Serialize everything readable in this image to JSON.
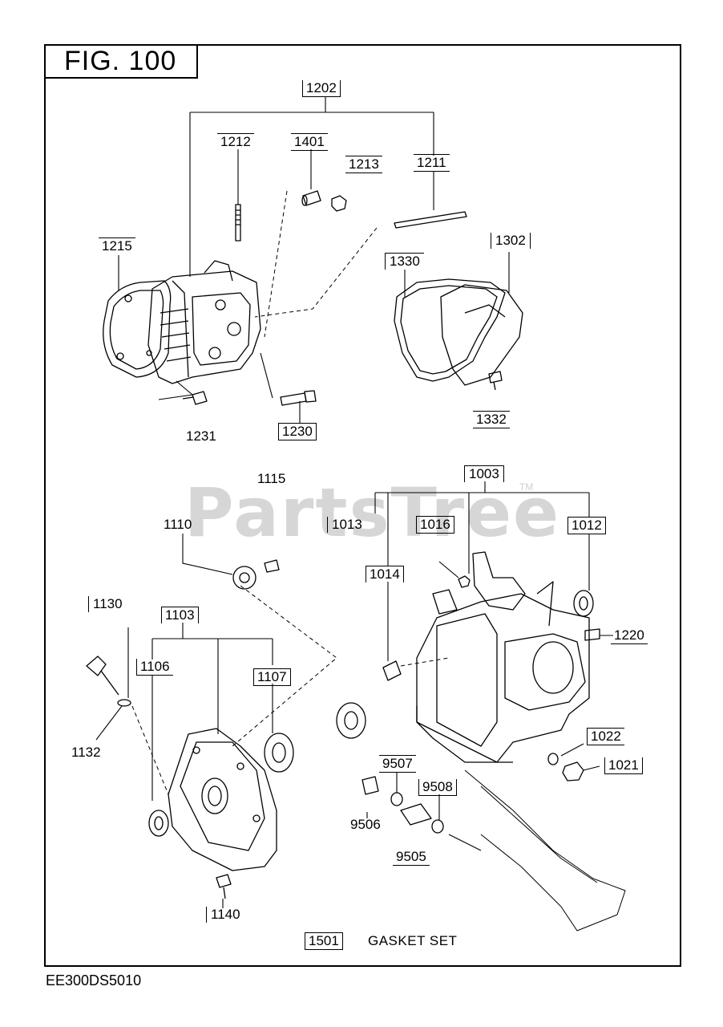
{
  "figure": {
    "title": "FIG. 100"
  },
  "watermark": {
    "text": "PartsTree",
    "tm": "TM"
  },
  "footer": {
    "code": "EE300DS5010"
  },
  "labels": {
    "p1202": "1202",
    "p1212": "1212",
    "p1401": "1401",
    "p1213": "1213",
    "p1211": "1211",
    "p1215": "1215",
    "p1302": "1302",
    "p1330": "1330",
    "p1231": "1231",
    "p1230": "1230",
    "p1332": "1332",
    "p1115": "1115",
    "p1003": "1003",
    "p1110": "1110",
    "p1013": "1013",
    "p1016": "1016",
    "p1012": "1012",
    "p1014": "1014",
    "p1130": "1130",
    "p1103": "1103",
    "p1220": "1220",
    "p1106": "1106",
    "p1107": "1107",
    "p1132": "1132",
    "p1022": "1022",
    "p9507": "9507",
    "p1021": "1021",
    "p9508": "9508",
    "p9506": "9506",
    "p9505": "9505",
    "p1140": "1140",
    "p1501": "1501"
  },
  "gasket_set": {
    "text": "GASKET SET"
  },
  "colors": {
    "line": "#000000",
    "watermark": "#d6d6d6",
    "background": "#ffffff"
  }
}
